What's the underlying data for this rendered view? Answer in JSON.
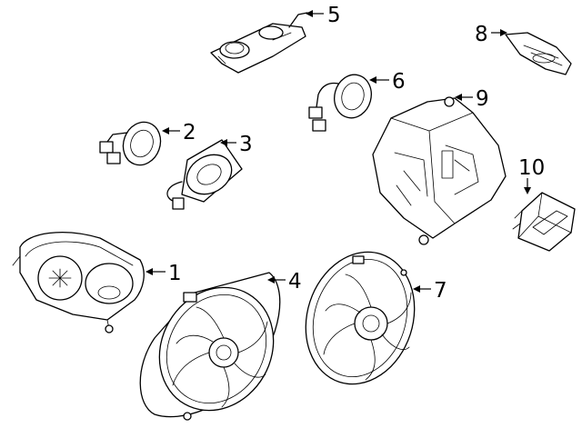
{
  "callouts": [
    {
      "id": "callout-1",
      "number": "1"
    },
    {
      "id": "callout-2",
      "number": "2"
    },
    {
      "id": "callout-3",
      "number": "3"
    },
    {
      "id": "callout-4",
      "number": "4"
    },
    {
      "id": "callout-5",
      "number": "5"
    },
    {
      "id": "callout-6",
      "number": "6"
    },
    {
      "id": "callout-7",
      "number": "7"
    },
    {
      "id": "callout-8",
      "number": "8"
    },
    {
      "id": "callout-9",
      "number": "9"
    },
    {
      "id": "callout-10",
      "number": "10"
    }
  ]
}
